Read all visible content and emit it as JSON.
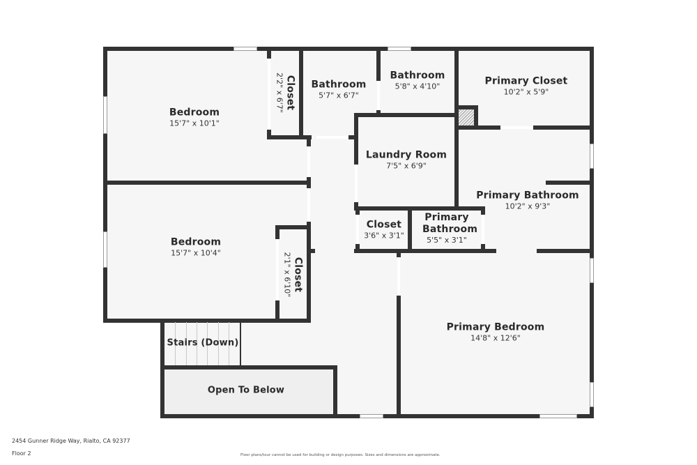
{
  "floor_plan": {
    "floor": "Floor 2",
    "address": "2454 Gunner Ridge Way, Rialto, CA 92377",
    "disclaimer": "Floor plans/tour cannot be used for building or design purposes. Sizes and dimensions are approximate.",
    "rooms": [
      {
        "name": "Bedroom",
        "dimensions": "15'7\" x 10'1\""
      },
      {
        "name": "Closet",
        "dimensions": "2'2\" x 6'7\""
      },
      {
        "name": "Bathroom",
        "dimensions": "5'7\" x 6'7\""
      },
      {
        "name": "Bathroom",
        "dimensions": "5'8\" x 4'10\""
      },
      {
        "name": "Primary Closet",
        "dimensions": "10'2\" x 5'9\""
      },
      {
        "name": "Laundry Room",
        "dimensions": "7'5\" x 6'9\""
      },
      {
        "name": "Primary Bathroom",
        "dimensions": "10'2\" x 9'3\""
      },
      {
        "name": "Bedroom",
        "dimensions": "15'7\" x 10'4\""
      },
      {
        "name": "Closet",
        "dimensions": "2'1\" x 6'10\""
      },
      {
        "name": "Closet",
        "dimensions": "3'6\" x 3'1\""
      },
      {
        "name": "Primary Bathroom",
        "dimensions": "5'5\" x 3'1\""
      },
      {
        "name": "Primary Bedroom",
        "dimensions": "14'8\" x 12'6\""
      },
      {
        "name": "Stairs (Down)",
        "dimensions": ""
      },
      {
        "name": "Open To Below",
        "dimensions": ""
      }
    ]
  },
  "colors": {
    "wall": "#333333",
    "floor": "#f6f6f6",
    "background": "#ffffff"
  }
}
